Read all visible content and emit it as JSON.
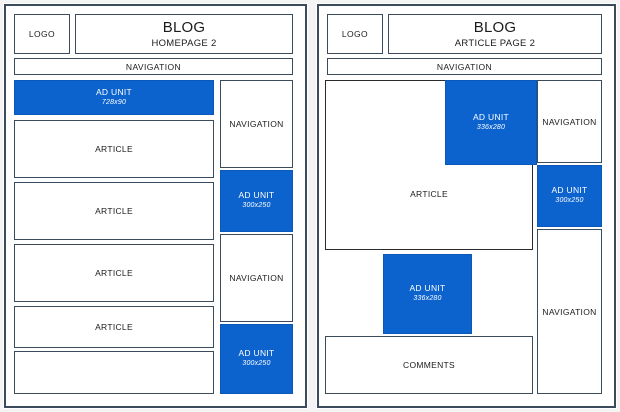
{
  "meta": {
    "background_color": "#f4f4f4",
    "panel_border_color": "#3c4b5c",
    "ad_color": "#0c63ce",
    "box_border_color": "#3c4b5c"
  },
  "panels": [
    {
      "id": "homepage",
      "logo": "LOGO",
      "title": "BLOG",
      "subtitle": "HOMEPAGE 2",
      "navigation_bar": "NAVIGATION",
      "content_blocks": [
        {
          "label": "ARTICLE"
        },
        {
          "label": "ARTICLE"
        },
        {
          "label": "ARTICLE"
        },
        {
          "label": "ARTICLE"
        },
        {
          "label": ""
        }
      ],
      "top_ad": {
        "label": "AD UNIT",
        "size": "728x90"
      },
      "sidebar_blocks": [
        {
          "type": "nav",
          "label": "NAVIGATION"
        },
        {
          "type": "ad",
          "label": "AD UNIT",
          "size": "300x250"
        },
        {
          "type": "nav",
          "label": "NAVIGATION"
        },
        {
          "type": "ad",
          "label": "AD UNIT",
          "size": "300x250"
        }
      ]
    },
    {
      "id": "article-page",
      "logo": "LOGO",
      "title": "BLOG",
      "subtitle": "ARTICLE PAGE 2",
      "navigation_bar": "NAVIGATION",
      "article_label": "ARTICLE",
      "comments_label": "COMMENTS",
      "inline_ads": [
        {
          "label": "AD UNIT",
          "size": "336x280"
        },
        {
          "label": "AD UNIT",
          "size": "336x280"
        }
      ],
      "sidebar_blocks": [
        {
          "type": "nav",
          "label": "NAVIGATION"
        },
        {
          "type": "ad",
          "label": "AD UNIT",
          "size": "300x250"
        },
        {
          "type": "nav",
          "label": "NAVIGATION"
        }
      ]
    }
  ]
}
